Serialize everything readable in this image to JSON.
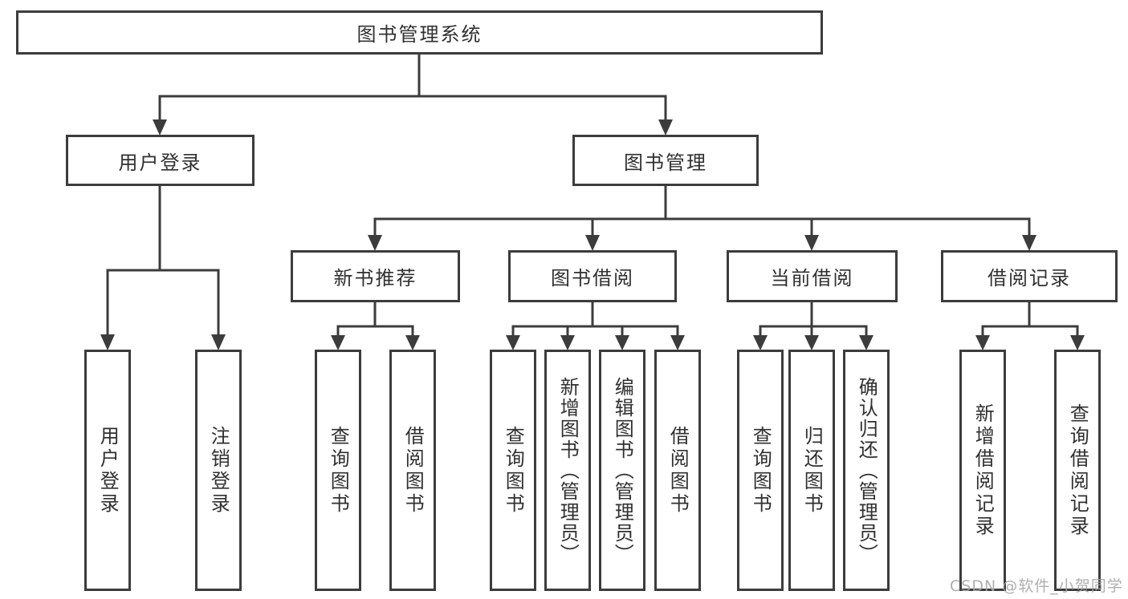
{
  "diagram": {
    "root": {
      "label": "图书管理系统"
    },
    "branches": [
      {
        "label": "用户登录",
        "children": [
          {
            "label": "用户登录"
          },
          {
            "label": "注销登录"
          }
        ]
      },
      {
        "label": "图书管理",
        "sections": [
          {
            "label": "新书推荐",
            "children": [
              {
                "label": "查询图书"
              },
              {
                "label": "借阅图书"
              }
            ]
          },
          {
            "label": "图书借阅",
            "children": [
              {
                "label": "查询图书"
              },
              {
                "label": "新增图书（管理员）"
              },
              {
                "label": "编辑图书（管理员）"
              },
              {
                "label": "借阅图书"
              }
            ]
          },
          {
            "label": "当前借阅",
            "children": [
              {
                "label": "查询图书"
              },
              {
                "label": "归还图书"
              },
              {
                "label": "确认归还（管理员）"
              }
            ]
          },
          {
            "label": "借阅记录",
            "children": [
              {
                "label": "新增借阅记录"
              },
              {
                "label": "查询借阅记录"
              }
            ]
          }
        ]
      }
    ],
    "watermark": "CSDN @软件_小贺同学",
    "colors": {
      "line": "#3c3c3c",
      "text": "#303030",
      "watermark": "#a6a6a6",
      "background": "#ffffff"
    }
  }
}
